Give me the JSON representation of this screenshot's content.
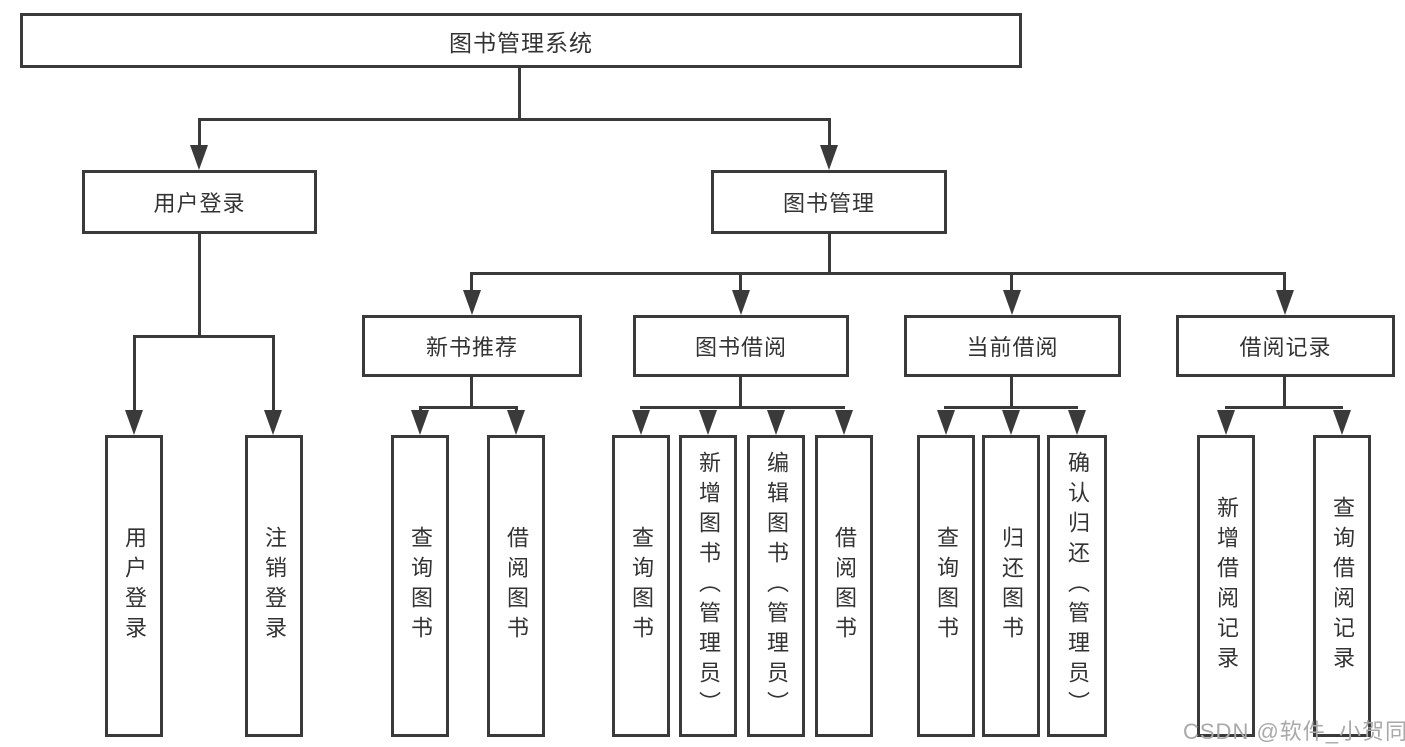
{
  "diagram": {
    "title": "图书管理系统",
    "type": "hierarchy-tree",
    "line_color": "#3a3a3a",
    "text_color": "#333333",
    "tree": {
      "label": "图书管理系统",
      "children": [
        {
          "label": "用户登录",
          "children": [
            {
              "label": "用户登录"
            },
            {
              "label": "注销登录"
            }
          ]
        },
        {
          "label": "图书管理",
          "children": [
            {
              "label": "新书推荐",
              "children": [
                {
                  "label": "查询图书"
                },
                {
                  "label": "借阅图书"
                }
              ]
            },
            {
              "label": "图书借阅",
              "children": [
                {
                  "label": "查询图书"
                },
                {
                  "label": "新增图书（管理员）"
                },
                {
                  "label": "编辑图书（管理员）"
                },
                {
                  "label": "借阅图书"
                }
              ]
            },
            {
              "label": "当前借阅",
              "children": [
                {
                  "label": "查询图书"
                },
                {
                  "label": "归还图书"
                },
                {
                  "label": "确认归还（管理员）"
                }
              ]
            },
            {
              "label": "借阅记录",
              "children": [
                {
                  "label": "新增借阅记录"
                },
                {
                  "label": "查询借阅记录"
                }
              ]
            }
          ]
        }
      ]
    },
    "watermark": {
      "text": "CSDN @软件_小贺同学",
      "color": "#a9a9a9"
    }
  }
}
